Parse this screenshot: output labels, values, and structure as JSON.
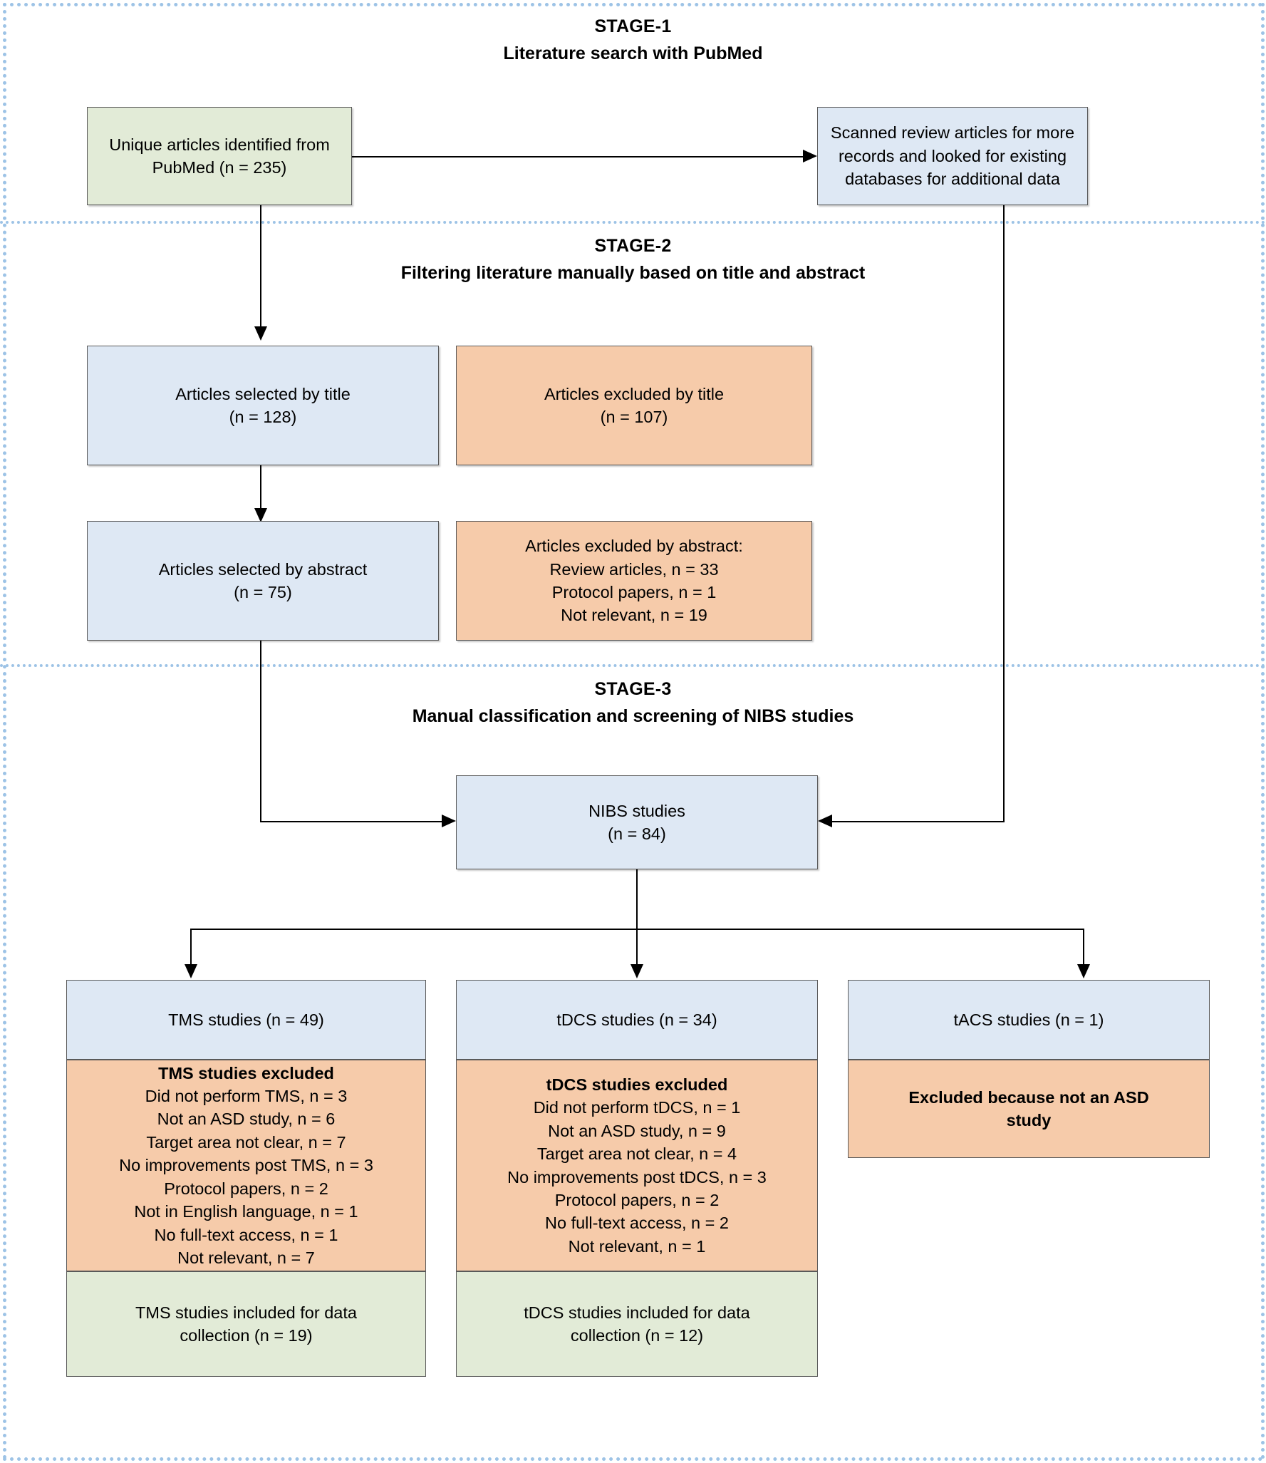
{
  "theme": {
    "box_blue": "#DEE8F4",
    "box_orange": "#F6CBAA",
    "box_green": "#E2EBD7",
    "box_border": "#595959",
    "frame_dotted": "#9DC3E6",
    "connector": "#000000"
  },
  "stages": [
    {
      "id": "stage-1",
      "title": "STAGE-1",
      "subtitle": "Literature search with PubMed"
    },
    {
      "id": "stage-2",
      "title": "STAGE-2",
      "subtitle": "Filtering literature manually based on title and abstract"
    },
    {
      "id": "stage-3",
      "title": "STAGE-3",
      "subtitle": "Manual classification and screening of NIBS studies"
    }
  ],
  "boxes": {
    "unique_articles": {
      "line1": "Unique articles identified from",
      "line2": "PubMed (n = 235)"
    },
    "scanned_reviews": {
      "line1": "Scanned review articles for more",
      "line2": "records and looked for existing",
      "line3": "databases for additional data"
    },
    "selected_title": {
      "line1": "Articles selected by title",
      "line2": "(n = 128)"
    },
    "excluded_title": {
      "line1": "Articles excluded by title",
      "line2": "(n = 107)"
    },
    "selected_abstract": {
      "line1": "Articles selected by abstract",
      "line2": "(n = 75)"
    },
    "excluded_abstract": {
      "line1": "Articles excluded by abstract:",
      "line2": "Review articles, n = 33",
      "line3": "Protocol papers, n = 1",
      "line4": "Not relevant, n = 19"
    },
    "nibs_studies": {
      "line1": "NIBS studies",
      "line2": "(n = 84)"
    },
    "tms_header": {
      "line1": "TMS studies (n = 49)"
    },
    "tms_excluded": {
      "heading": "TMS studies excluded",
      "items": [
        "Did not perform TMS, n = 3",
        "Not an ASD study, n = 6",
        "Target area not clear, n = 7",
        "No improvements post TMS, n = 3",
        "Protocol papers, n = 2",
        "Not in English language, n = 1",
        "No full-text access, n = 1",
        "Not relevant, n = 7"
      ]
    },
    "tms_included": {
      "line1": "TMS studies included for data",
      "line2": "collection (n = 19)"
    },
    "tdcs_header": {
      "line1": "tDCS studies (n = 34)"
    },
    "tdcs_excluded": {
      "heading": "tDCS studies excluded",
      "items": [
        "Did not perform tDCS, n = 1",
        "Not an ASD study, n = 9",
        "Target area not clear, n = 4",
        "No improvements post tDCS, n = 3",
        "Protocol papers, n = 2",
        "No full-text access, n = 2",
        "Not relevant, n = 1"
      ]
    },
    "tdcs_included": {
      "line1": "tDCS studies included for data",
      "line2": "collection (n = 12)"
    },
    "tacs_header": {
      "line1": "tACS studies (n = 1)"
    },
    "tacs_excluded": {
      "line1": "Excluded because not an ASD",
      "line2": "study"
    }
  }
}
